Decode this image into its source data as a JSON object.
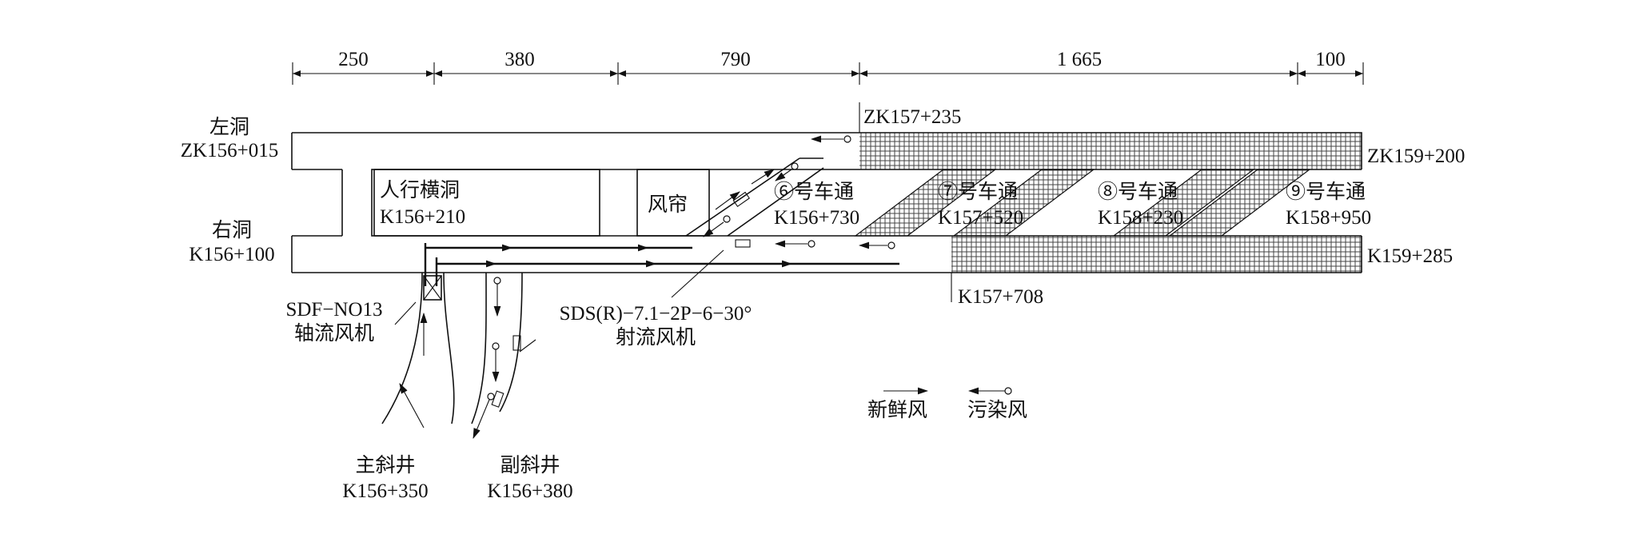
{
  "dimensions": [
    "250",
    "380",
    "790",
    "1 665",
    "100"
  ],
  "tunnels": {
    "left_name": "左洞",
    "left_start": "ZK156+015",
    "left_mark": "ZK157+235",
    "left_end": "ZK159+200",
    "right_name": "右洞",
    "right_start": "K156+100",
    "right_mark": "K157+708",
    "right_end": "K159+285"
  },
  "passage": {
    "name": "人行横洞",
    "station": "K156+210"
  },
  "curtain": "风帘",
  "cross_tunnels": [
    {
      "name": "⑥号车通",
      "station": "K156+730"
    },
    {
      "name": "⑦号车通",
      "station": "K157+520"
    },
    {
      "name": "⑧号车通",
      "station": "K158+230"
    },
    {
      "name": "⑨号车通",
      "station": "K158+950"
    }
  ],
  "axial_fan": {
    "model": "SDF−NO13",
    "name": "轴流风机"
  },
  "jet_fan": {
    "model": "SDS(R)−7.1−2P−6−30°",
    "name": "射流风机"
  },
  "shafts": [
    {
      "name": "主斜井",
      "station": "K156+350"
    },
    {
      "name": "副斜井",
      "station": "K156+380"
    }
  ],
  "legend": {
    "fresh": "新鲜风",
    "polluted": "污染风"
  }
}
